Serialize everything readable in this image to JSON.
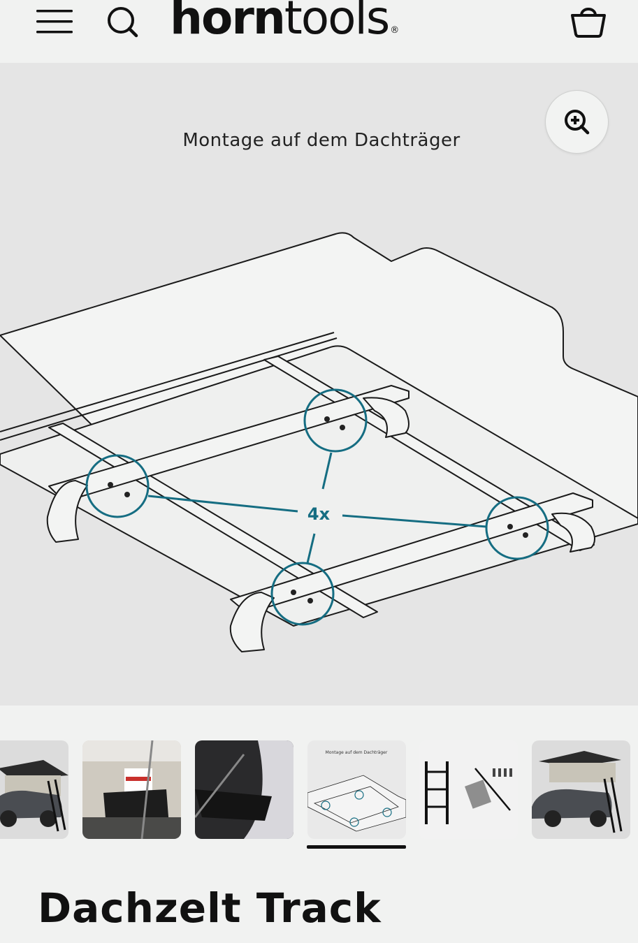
{
  "header": {
    "logo_bold": "horn",
    "logo_light": "tools",
    "logo_mark": "®",
    "menu_icon": "hamburger-menu-icon",
    "search_icon": "search-icon",
    "cart_icon": "basket-icon"
  },
  "hero": {
    "caption": "Montage auf dem Dachträger",
    "callout_label": "4x",
    "zoom_icon": "zoom-in-icon",
    "accent_color": "#156d82"
  },
  "gallery": {
    "thumbnails": [
      {
        "name": "thumb-tent-on-car-partial"
      },
      {
        "name": "thumb-tent-interior-pocket"
      },
      {
        "name": "thumb-tent-interior-dark"
      },
      {
        "name": "thumb-roof-rack-mounting",
        "active": true,
        "caption": "Montage auf dem Dachträger"
      },
      {
        "name": "thumb-ladder-and-tools"
      },
      {
        "name": "thumb-tent-on-car"
      }
    ]
  },
  "product": {
    "title": "Dachzelt Track"
  }
}
